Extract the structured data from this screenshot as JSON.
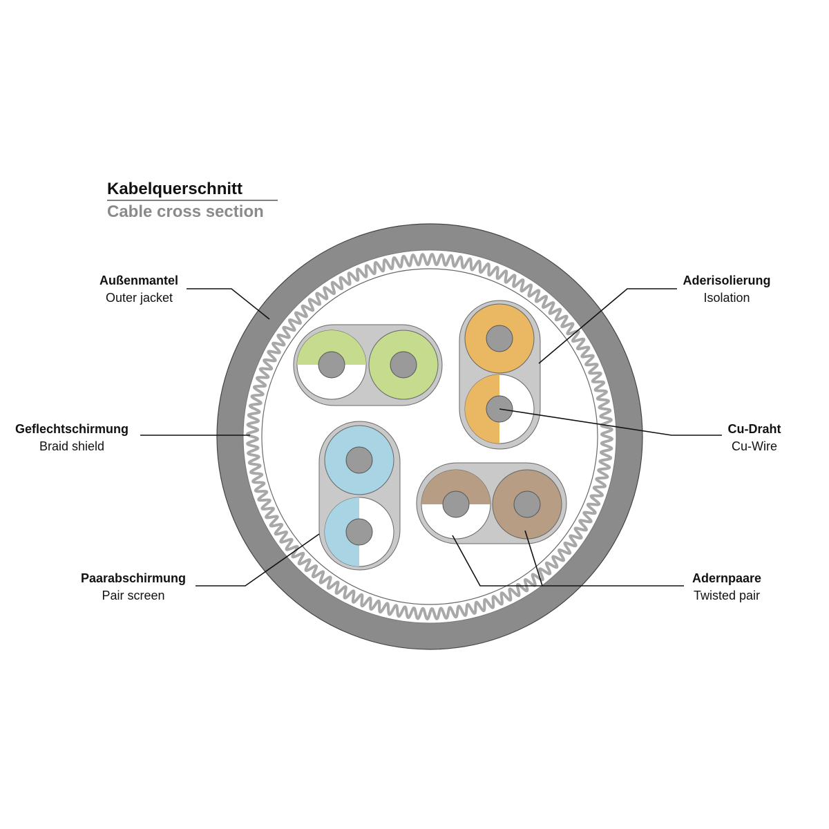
{
  "title": {
    "de": "Kabelquerschnitt",
    "en": "Cable cross section"
  },
  "labels": {
    "outer_jacket": {
      "de": "Außenmantel",
      "en": "Outer jacket"
    },
    "isolation": {
      "de": "Aderisolierung",
      "en": "Isolation"
    },
    "braid_shield": {
      "de": "Geflechtschirmung",
      "en": "Braid shield"
    },
    "cu_wire": {
      "de": "Cu-Draht",
      "en": "Cu-Wire"
    },
    "pair_screen": {
      "de": "Paarabschirmung",
      "en": "Pair screen"
    },
    "twisted_pair": {
      "de": "Adernpaare",
      "en": "Twisted pair"
    }
  },
  "colors": {
    "outer_jacket": "#8b8b8b",
    "braid": "#a8a8a8",
    "pair_screen": "#c9c9c9",
    "conductor": "#9a9a9a",
    "pair_green": "#c5dc8e",
    "pair_orange": "#eab863",
    "pair_blue": "#a8d4e4",
    "pair_brown": "#b89d85",
    "stripe_white": "#ffffff"
  }
}
